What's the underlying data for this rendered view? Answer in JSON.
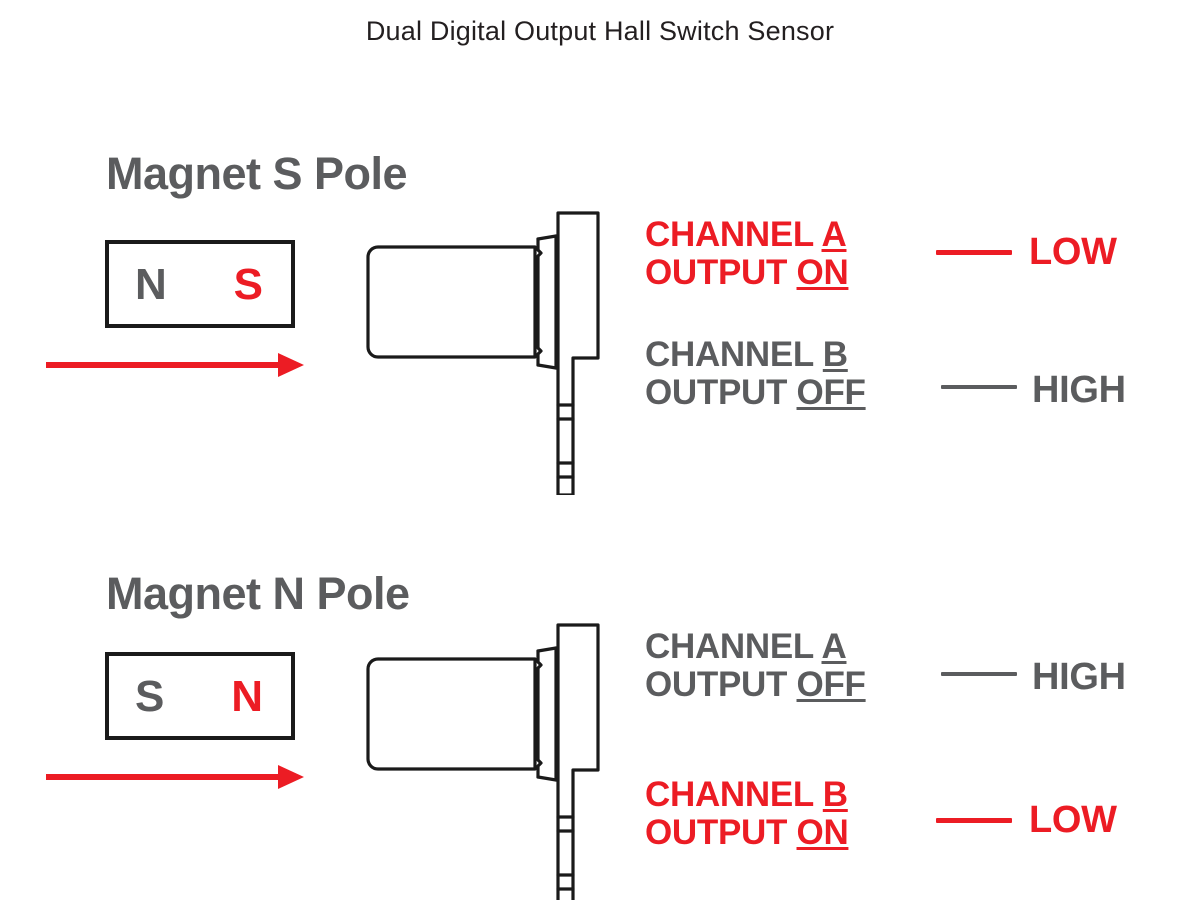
{
  "page": {
    "title": "Dual Digital Output Hall Switch Sensor",
    "background_color": "#ffffff",
    "accent_red": "#ec1c24",
    "neutral_gray": "#5b5c5e",
    "outline_black": "#1a1a1a",
    "title_color": "#231f20"
  },
  "sections": [
    {
      "id": "magnet-s-pole",
      "heading": "Magnet S Pole",
      "magnet": {
        "left_pole_label": "N",
        "left_pole_color": "#5b5c5e",
        "right_pole_label": "S",
        "right_pole_color": "#ec1c24"
      },
      "arrow": {
        "direction": "right",
        "color": "#ec1c24"
      },
      "sensor": {
        "name": "hall-switch-sensor",
        "outline_color": "#1a1a1a"
      },
      "channels": [
        {
          "id": "channel-a",
          "line1_prefix": "CHANNEL ",
          "line1_underlined": "A",
          "line2_prefix": "OUTPUT ",
          "line2_underlined": "ON",
          "level": "LOW",
          "color": "#ec1c24",
          "state": "on"
        },
        {
          "id": "channel-b",
          "line1_prefix": "CHANNEL ",
          "line1_underlined": "B",
          "line2_prefix": "OUTPUT ",
          "line2_underlined": "OFF",
          "level": "HIGH",
          "color": "#5b5c5e",
          "state": "off"
        }
      ]
    },
    {
      "id": "magnet-n-pole",
      "heading": "Magnet N Pole",
      "magnet": {
        "left_pole_label": "S",
        "left_pole_color": "#5b5c5e",
        "right_pole_label": "N",
        "right_pole_color": "#ec1c24"
      },
      "arrow": {
        "direction": "right",
        "color": "#ec1c24"
      },
      "sensor": {
        "name": "hall-switch-sensor",
        "outline_color": "#1a1a1a"
      },
      "channels": [
        {
          "id": "channel-a",
          "line1_prefix": "CHANNEL ",
          "line1_underlined": "A",
          "line2_prefix": "OUTPUT ",
          "line2_underlined": "OFF",
          "level": "HIGH",
          "color": "#5b5c5e",
          "state": "off"
        },
        {
          "id": "channel-b",
          "line1_prefix": "CHANNEL ",
          "line1_underlined": "B",
          "line2_prefix": "OUTPUT ",
          "line2_underlined": "ON",
          "level": "LOW",
          "color": "#ec1c24",
          "state": "on"
        }
      ]
    }
  ]
}
